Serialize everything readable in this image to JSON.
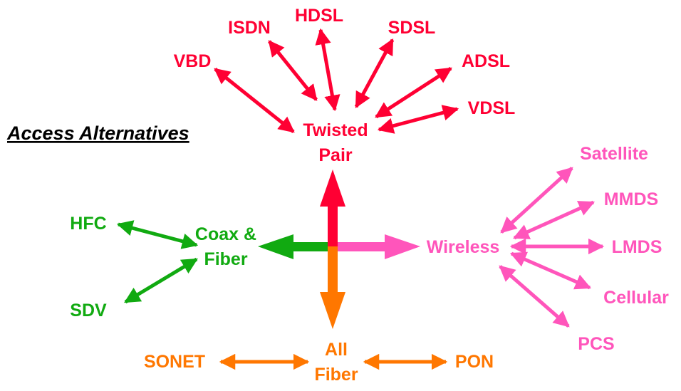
{
  "title": "Access Alternatives",
  "colors": {
    "twisted_pair": "#ff0033",
    "coax": "#11aa11",
    "wireless": "#ff55bb",
    "fiber": "#ff7700",
    "title": "#000000"
  },
  "hubs": {
    "twisted_pair": {
      "line1": "Twisted",
      "line2": "Pair"
    },
    "coax": {
      "line1": "Coax &",
      "line2": "Fiber"
    },
    "wireless": {
      "label": "Wireless"
    },
    "fiber": {
      "line1": "All",
      "line2": "Fiber"
    }
  },
  "twisted_pair_nodes": [
    "VBD",
    "ISDN",
    "HDSL",
    "SDSL",
    "ADSL",
    "VDSL"
  ],
  "coax_nodes": [
    "HFC",
    "SDV"
  ],
  "wireless_nodes": [
    "Satellite",
    "MMDS",
    "LMDS",
    "Cellular",
    "PCS"
  ],
  "fiber_nodes": [
    "SONET",
    "PON"
  ]
}
